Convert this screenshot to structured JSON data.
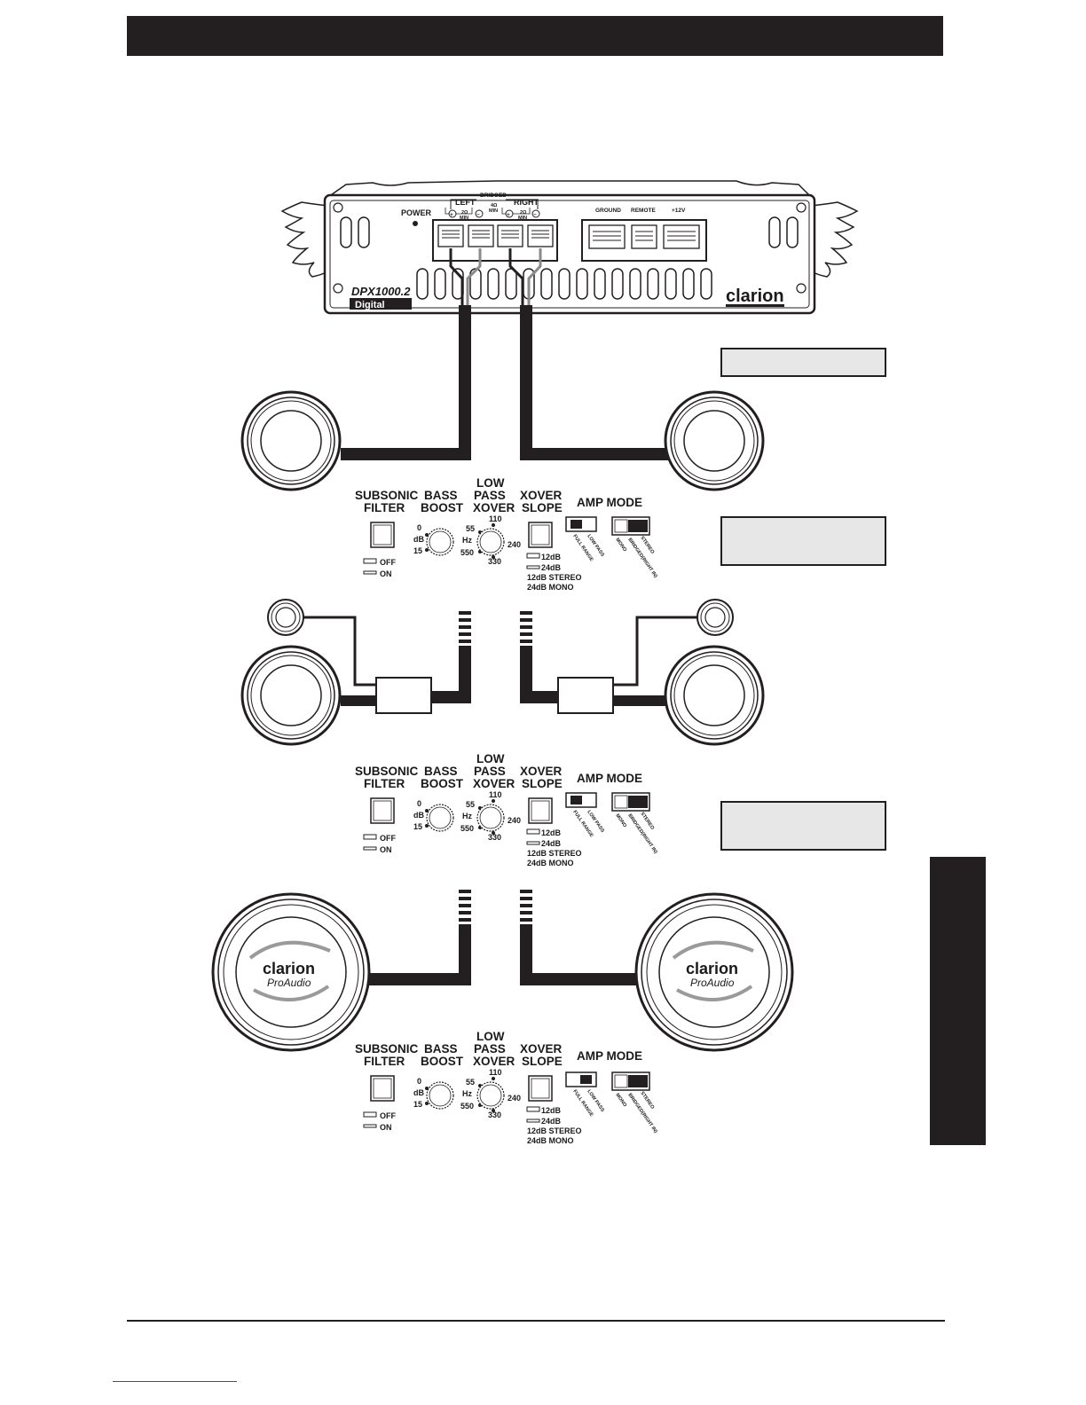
{
  "header_bar": {
    "color": "#231f20"
  },
  "amplifier": {
    "power_label": "POWER",
    "bridged_label": "BRIDGED",
    "left_label": "LEFT",
    "right_label": "RIGHT",
    "bridged_ohm": "4Ω",
    "bridged_min": "MIN",
    "left_ohm": "2Ω",
    "left_min": "MIN",
    "right_ohm": "2Ω",
    "right_min": "MIN",
    "terminal_polarity": [
      "+",
      "−",
      "+",
      "−"
    ],
    "ground_label": "GROUND",
    "remote_label": "REMOTE",
    "plus12v_label": "+12V",
    "model_label": "DPX1000.2",
    "digital_label": "Digital",
    "brand_label": "clarion"
  },
  "control_panels": [
    {
      "subsonic_line1": "SUBSONIC",
      "subsonic_line2": "FILTER",
      "bass_line1": "BASS",
      "bass_line2": "BOOST",
      "lp_line1": "LOW",
      "lp_line2": "PASS",
      "lp_line3": "XOVER",
      "xs_line1": "XOVER",
      "xs_line2": "SLOPE",
      "amp_mode": "AMP MODE",
      "off": "OFF",
      "on": "ON",
      "db0": "0",
      "db_unit": "dB",
      "db15": "15",
      "hz55": "55",
      "hz110": "110",
      "hz240": "240",
      "hz330": "330",
      "hz550": "550",
      "hz_unit": "Hz",
      "slope12": "12dB",
      "slope24": "24dB",
      "stereo_note": "12dB STEREO",
      "mono_note": "24dB MONO",
      "full_range": "FULL RANGE",
      "low_pass": "LOW PASS",
      "mono": "MONO",
      "bridged_right_in": "BRIDGED(RIGHT IN)",
      "stereo": "STEREO",
      "filter_mode": "full-range",
      "amp_mode_selected": "stereo"
    },
    {
      "subsonic_line1": "SUBSONIC",
      "subsonic_line2": "FILTER",
      "bass_line1": "BASS",
      "bass_line2": "BOOST",
      "lp_line1": "LOW",
      "lp_line2": "PASS",
      "lp_line3": "XOVER",
      "xs_line1": "XOVER",
      "xs_line2": "SLOPE",
      "amp_mode": "AMP MODE",
      "off": "OFF",
      "on": "ON",
      "db0": "0",
      "db_unit": "dB",
      "db15": "15",
      "hz55": "55",
      "hz110": "110",
      "hz240": "240",
      "hz330": "330",
      "hz550": "550",
      "hz_unit": "Hz",
      "slope12": "12dB",
      "slope24": "24dB",
      "stereo_note": "12dB STEREO",
      "mono_note": "24dB MONO",
      "full_range": "FULL RANGE",
      "low_pass": "LOW PASS",
      "mono": "MONO",
      "bridged_right_in": "BRIDGED(RIGHT IN)",
      "stereo": "STEREO",
      "filter_mode": "full-range",
      "amp_mode_selected": "stereo"
    },
    {
      "subsonic_line1": "SUBSONIC",
      "subsonic_line2": "FILTER",
      "bass_line1": "BASS",
      "bass_line2": "BOOST",
      "lp_line1": "LOW",
      "lp_line2": "PASS",
      "lp_line3": "XOVER",
      "xs_line1": "XOVER",
      "xs_line2": "SLOPE",
      "amp_mode": "AMP MODE",
      "off": "OFF",
      "on": "ON",
      "db0": "0",
      "db_unit": "dB",
      "db15": "15",
      "hz55": "55",
      "hz110": "110",
      "hz240": "240",
      "hz330": "330",
      "hz550": "550",
      "hz_unit": "Hz",
      "slope12": "12dB",
      "slope24": "24dB",
      "stereo_note": "12dB STEREO",
      "mono_note": "24dB MONO",
      "full_range": "FULL RANGE",
      "low_pass": "LOW PASS",
      "mono": "MONO",
      "bridged_right_in": "BRIDGED(RIGHT IN)",
      "stereo": "STEREO",
      "filter_mode": "low-pass",
      "amp_mode_selected": "stereo"
    }
  ],
  "subwoofers": {
    "brand_label": "clarion",
    "sub_label": "ProAudio"
  },
  "colors": {
    "ink": "#231f20",
    "label_box_fill": "#e7e7e7",
    "link_underline": "#2f4fb0"
  }
}
